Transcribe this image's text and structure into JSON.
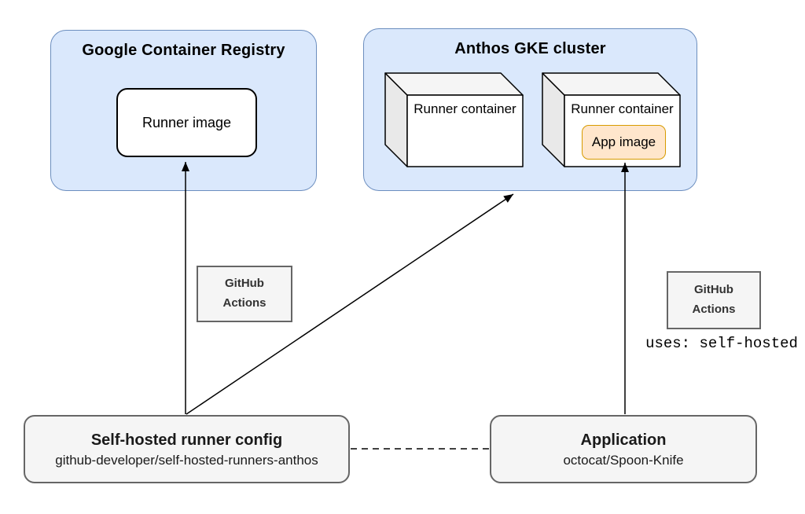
{
  "colors": {
    "group_fill": "#dae8fc",
    "group_stroke": "#6c8ebf",
    "gray_fill": "#f5f5f5",
    "gray_stroke": "#666666",
    "app_image_fill": "#ffe6cc",
    "app_image_stroke": "#d79b00",
    "line": "#000000"
  },
  "gcr": {
    "title": "Google Container Registry",
    "runner_image_label": "Runner image"
  },
  "gke": {
    "title": "Anthos GKE cluster",
    "containers": [
      {
        "label": "Runner container"
      },
      {
        "label": "Runner container",
        "app_image_label": "App image"
      }
    ]
  },
  "labels": {
    "github_actions": "GitHub\nActions",
    "uses_line": "uses: self-hosted"
  },
  "config_repo": {
    "title": "Self-hosted runner config",
    "subtitle": "github-developer/self-hosted-runners-anthos"
  },
  "application": {
    "title": "Application",
    "subtitle": "octocat/Spoon-Knife"
  }
}
